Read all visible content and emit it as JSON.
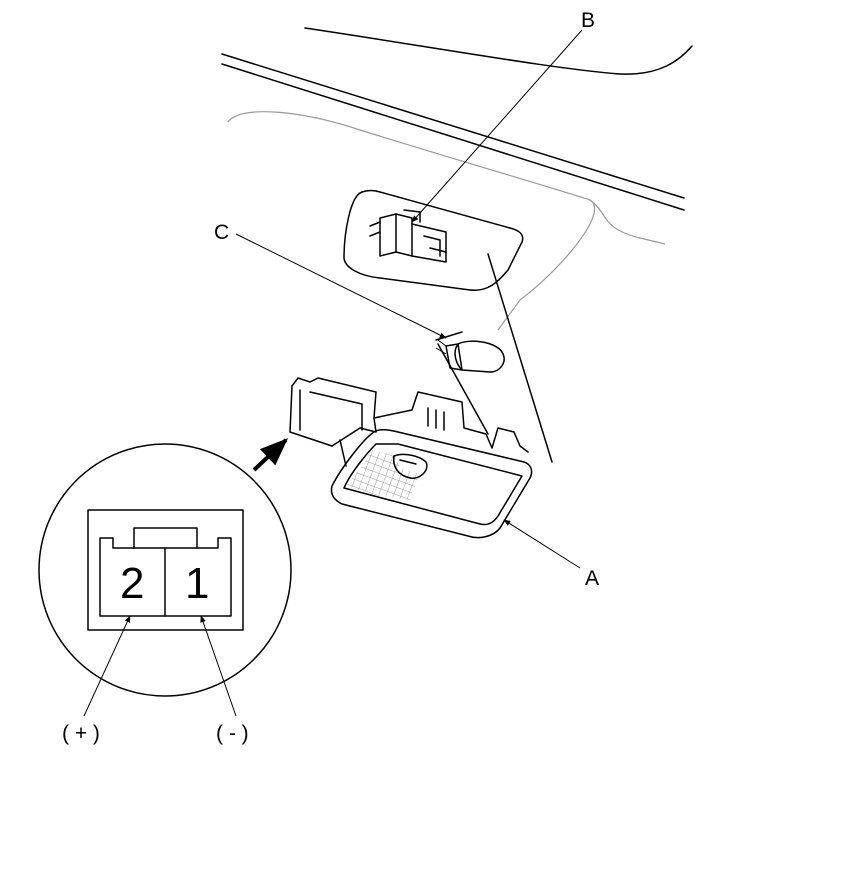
{
  "callouts": {
    "a": "A",
    "b": "B",
    "c": "C"
  },
  "connector": {
    "pin_left": "2",
    "pin_right": "1",
    "polarity_left": "( + )",
    "polarity_right": "( - )"
  }
}
